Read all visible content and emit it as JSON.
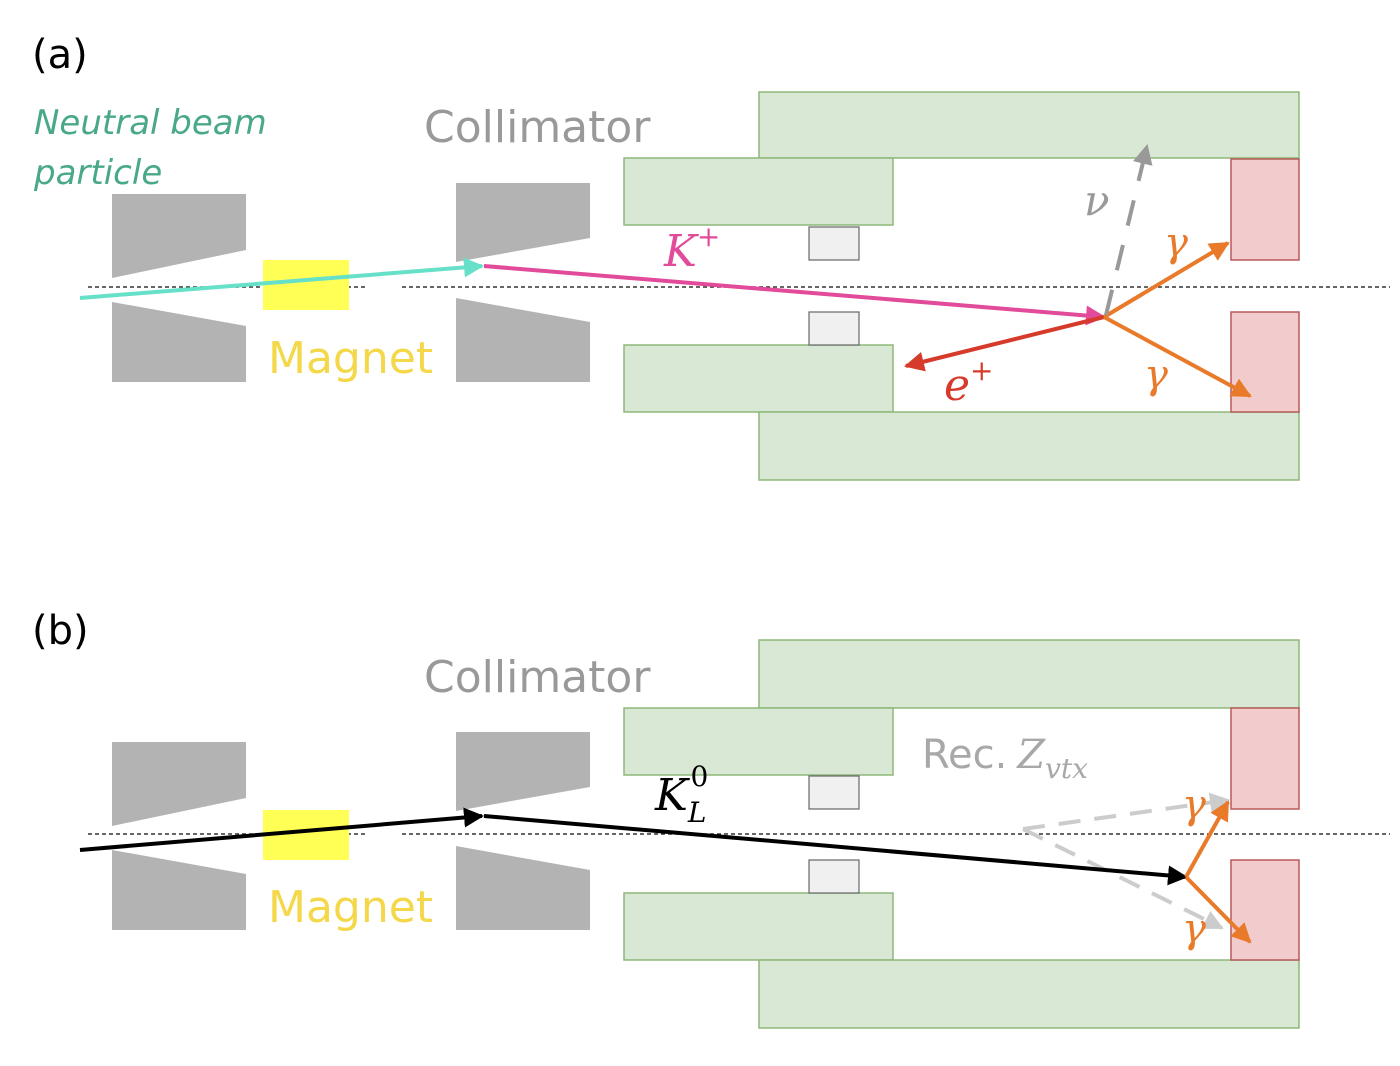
{
  "colors": {
    "beam": "#66e0c8",
    "beam_label": "#4aa88a",
    "kaon_plus": "#e24a9a",
    "positron": "#d63a2a",
    "photon": "#e87a2a",
    "neutrino": "#999999",
    "klong": "#000000",
    "reco_dashed": "#cccccc",
    "magnet_fill": "#ffff55",
    "magnet_label": "#f4d84a",
    "collimator_fill": "#b3b3b3",
    "collimator_label": "#999999",
    "detector_fill": "#d9e8d4",
    "detector_stroke": "#8db87a",
    "calorimeter_fill": "#f2cccc",
    "calorimeter_stroke": "#b85a5a",
    "small_box_fill": "#f0f0f0",
    "small_box_stroke": "#666666",
    "rec_label": "#a8a8a8"
  },
  "panel_a": {
    "tag": "(a)",
    "beam_label_line1": "Neutral beam",
    "beam_label_line2": "particle",
    "collimator_label": "Collimator",
    "magnet_label": "Magnet",
    "kaon_label": "K",
    "kaon_charge": "+",
    "positron_label": "e",
    "positron_charge": "+",
    "neutrino_label": "ν",
    "photon_label_1": "γ",
    "photon_label_2": "γ"
  },
  "panel_b": {
    "tag": "(b)",
    "collimator_label": "Collimator",
    "magnet_label": "Magnet",
    "kaon_label": "K",
    "kaon_sub": "L",
    "kaon_sup": "0",
    "rec_label_prefix": "Rec.",
    "rec_label_var": "Z",
    "rec_label_sub": "vtx",
    "photon_label_1": "γ",
    "photon_label_2": "γ"
  }
}
